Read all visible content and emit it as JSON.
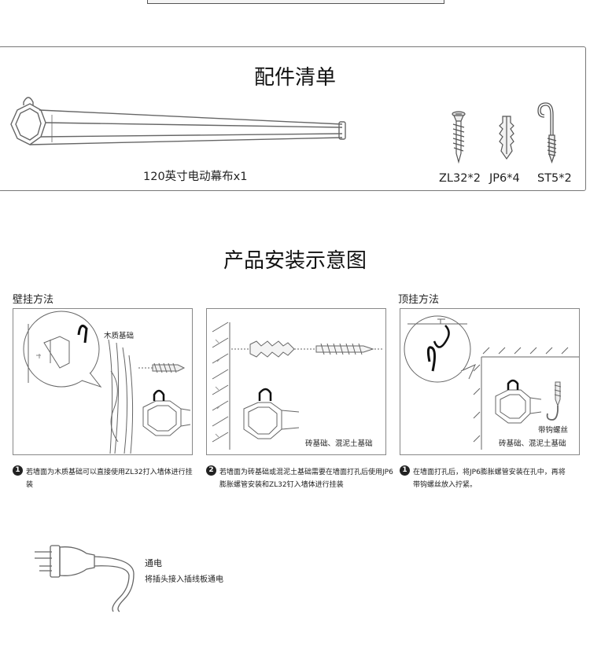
{
  "accessories": {
    "title": "配件清单",
    "screen_label": "120英寸电动幕布x1",
    "parts": [
      {
        "label": "ZL32*2",
        "icon": "screw-icon"
      },
      {
        "label": "JP6*4",
        "icon": "anchor-plug-icon"
      },
      {
        "label": "ST5*2",
        "icon": "hook-screw-icon"
      }
    ]
  },
  "install": {
    "title": "产品安装示意图",
    "wall_mount": "壁挂方法",
    "ceiling_mount": "顶挂方法",
    "panels": [
      {
        "tag": "木质基础",
        "note": "若墙面为木质基础可以直接使用ZL32打入墙体进行挂装"
      },
      {
        "tag": "砖基础、混泥土基础",
        "note": "若墙面为砖基础或混泥土基础需要在墙面打孔后使用JP6膨胀螺管安装和ZL32钉入墙体进行挂装"
      },
      {
        "tag": "砖基础、混泥土基础",
        "tag2": "带钩螺丝",
        "note": "在墙面打孔后，将JP6膨胀螺管安装在孔中，再将带钩螺丝放入拧紧。"
      }
    ],
    "numbers": [
      "1",
      "2",
      "1"
    ]
  },
  "power": {
    "title": "通电",
    "desc": "将插头接入插线板通电"
  },
  "colors": {
    "line": "#555555",
    "border": "#888888",
    "badge": "#222222"
  }
}
